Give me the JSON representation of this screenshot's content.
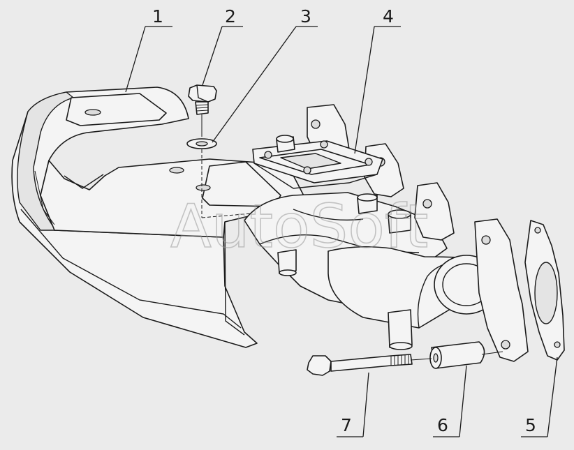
{
  "diagram": {
    "watermark": "AutoSoft",
    "callouts": [
      {
        "id": "c1",
        "label": "1"
      },
      {
        "id": "c2",
        "label": "2"
      },
      {
        "id": "c3",
        "label": "3"
      },
      {
        "id": "c4",
        "label": "4"
      },
      {
        "id": "c5",
        "label": "5"
      },
      {
        "id": "c6",
        "label": "6"
      },
      {
        "id": "c7",
        "label": "7"
      }
    ]
  }
}
